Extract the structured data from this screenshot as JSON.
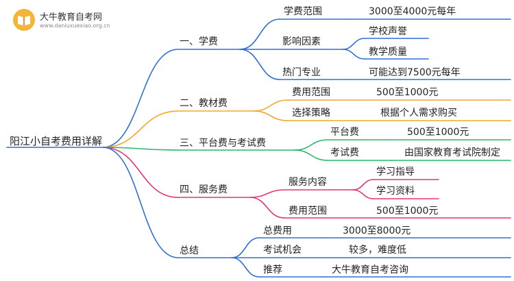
{
  "brand": {
    "title": "大牛教育自考网",
    "url": "www.daniuxuexiao.org.cn"
  },
  "root": {
    "label": "阳江小自考费用详解"
  },
  "colors": {
    "branch1": "#2f6fd6",
    "branch2": "#f2a72a",
    "branch3": "#25b56b",
    "branch4": "#e0337a",
    "branch5": "#2f6fd6"
  },
  "branches": [
    {
      "key": "tuition",
      "label": "一、学费",
      "children": [
        {
          "key": "range",
          "label": "学费范围",
          "children": [
            {
              "label": "3000至4000元每年"
            }
          ]
        },
        {
          "key": "factors",
          "label": "影响因素",
          "children": [
            {
              "label": "学校声誉"
            },
            {
              "label": "教学质量"
            }
          ]
        },
        {
          "key": "popular",
          "label": "热门专业",
          "children": [
            {
              "label": "可能达到7500元每年"
            }
          ]
        }
      ]
    },
    {
      "key": "textbook",
      "label": "二、教材费",
      "children": [
        {
          "key": "range",
          "label": "费用范围",
          "children": [
            {
              "label": "500至1000元"
            }
          ]
        },
        {
          "key": "strategy",
          "label": "选择策略",
          "children": [
            {
              "label": "根据个人需求购买"
            }
          ]
        }
      ]
    },
    {
      "key": "platform",
      "label": "三、平台费与考试费",
      "children": [
        {
          "key": "platform",
          "label": "平台费",
          "children": [
            {
              "label": "500至1000元"
            }
          ]
        },
        {
          "key": "exam",
          "label": "考试费",
          "children": [
            {
              "label": "由国家教育考试院制定"
            }
          ]
        }
      ]
    },
    {
      "key": "service",
      "label": "四、服务费",
      "children": [
        {
          "key": "content",
          "label": "服务内容",
          "children": [
            {
              "label": "学习指导"
            },
            {
              "label": "学习资料"
            }
          ]
        },
        {
          "key": "range",
          "label": "费用范围",
          "children": [
            {
              "label": "500至1000元"
            }
          ]
        }
      ]
    },
    {
      "key": "summary",
      "label": "总结",
      "children": [
        {
          "key": "total",
          "label": "总费用",
          "children": [
            {
              "label": "3000至8000元"
            }
          ]
        },
        {
          "key": "chances",
          "label": "考试机会",
          "children": [
            {
              "label": "较多，难度低"
            }
          ]
        },
        {
          "key": "recommend",
          "label": "推荐",
          "children": [
            {
              "label": "大牛教育自考咨询"
            }
          ]
        }
      ]
    }
  ]
}
